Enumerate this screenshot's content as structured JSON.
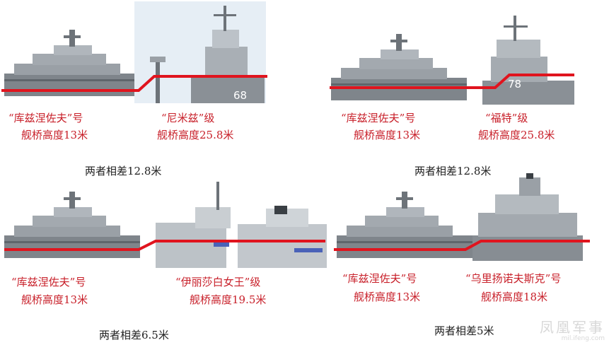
{
  "comparisons": [
    {
      "left_name": "“库兹涅佐夫”号",
      "left_height": "舰桥高度13米",
      "right_name": "“尼米兹”级",
      "right_height": "舰桥高度25.8米",
      "right_hull_number": "68",
      "difference": "两者相差12.8米"
    },
    {
      "left_name": "“库兹涅佐夫”号",
      "left_height": "舰桥高度13米",
      "right_name": "“福特”级",
      "right_height": "舰桥高度25.8米",
      "right_hull_number": "78",
      "difference": "两者相差12.8米"
    },
    {
      "left_name": "“库兹涅佐夫”号",
      "left_height": "舰桥高度13米",
      "right_name": "“伊丽莎白女王”级",
      "right_height": "舰桥高度19.5米",
      "difference": "两者相差6.5米"
    },
    {
      "left_name": "“库兹涅佐夫”号",
      "left_height": "舰桥高度13米",
      "right_name": "“乌里扬诺夫斯克”号",
      "right_height": "舰桥高度18米",
      "difference": "两者相差5米"
    }
  ],
  "watermark": {
    "brand": "凤凰军事",
    "url": "mil.ifeng.com"
  },
  "colors": {
    "label_red": "#c8202a",
    "height_line": "#e0141e",
    "ship_gray": "#8e949a",
    "ship_dark": "#5f656b"
  }
}
